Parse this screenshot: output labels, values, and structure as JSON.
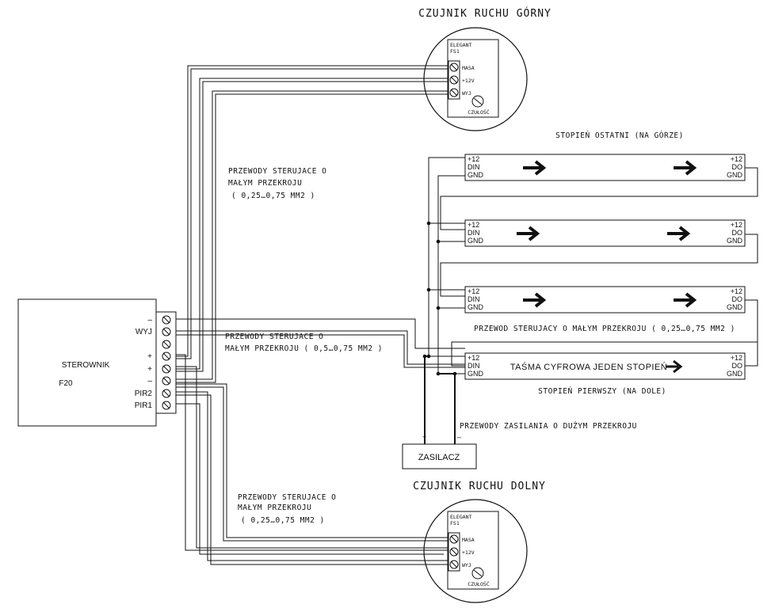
{
  "sensor_top": {
    "title": "CZUJNIK RUCHU GÓRNY",
    "brand": "ELEGANT",
    "model": "FS1",
    "terminals": [
      "MASA",
      "+12V",
      "WYJ"
    ],
    "knob_label": "CZUŁOŚĆ"
  },
  "sensor_bottom": {
    "title": "CZUJNIK RUCHU DOLNY",
    "brand": "ELEGANT",
    "model": "FS1",
    "terminals": [
      "MASA",
      "+12V",
      "WYJ"
    ],
    "knob_label": "CZUŁOŚĆ"
  },
  "controller": {
    "name": "STEROWNIK",
    "model": "F20",
    "terminal_labels": [
      "–",
      "WYJ",
      "",
      "+",
      "+",
      "–",
      "PIR2",
      "PIR1"
    ]
  },
  "notes": {
    "top_wires": [
      "PRZEWODY STERUJACE O",
      "MAŁYM PRZEKROJU",
      "( 0,25…0,75 MM2 )"
    ],
    "middle_wires": [
      "PRZEWODY STERUJACE O",
      "MAŁYM PRZEKROJU ( 0,5…0,75 MM2 )"
    ],
    "bottom_wires": [
      "PRZEWODY STERUJACE O",
      "MAŁYM PRZEKROJU",
      "( 0,25…0,75 MM2 )"
    ],
    "strip_wire": "PRZEWOD STERUJACY O MAŁYM PRZEKROJU ( 0,25…0,75 MM2 )",
    "power_wires": "PRZEWODY ZASILANIA O DUŻYM PRZEKROJU"
  },
  "strips": {
    "last_step_label": "STOPIEŃ OSTATNI (NA GÓRZE)",
    "first_step_label": "STOPIEŃ PIERWSZY (NA DOLE)",
    "first_strip_text": "TAŚMA CYFROWA JEDEN STOPIEŃ",
    "input_pins": [
      "+12",
      "DIN",
      "GND"
    ],
    "output_pins": [
      "+12",
      "DO",
      "GND"
    ]
  },
  "psu": {
    "name": "ZASILACZ",
    "plus": "+",
    "minus": "–"
  }
}
